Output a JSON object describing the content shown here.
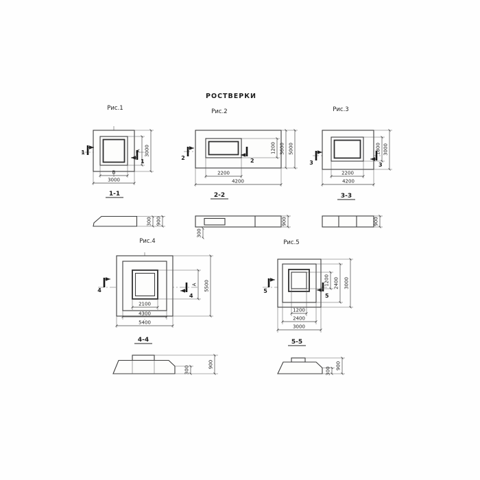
{
  "title": "РОСТВЕРКИ",
  "fig1": {
    "caption": "Рис.1",
    "cut": "1",
    "plan": {
      "b": "В",
      "w": "3000",
      "a": "А",
      "h": "3000"
    },
    "section": {
      "label": "1-1",
      "edge": "300",
      "total": "900"
    }
  },
  "fig2": {
    "caption": "Рис.2",
    "cut": "2",
    "plan": {
      "socket_w": "2200",
      "w": "4200",
      "socket_h": "1200",
      "mid_h": "3600",
      "h": "5000"
    },
    "section": {
      "label": "2-2",
      "socket": "300",
      "total": "900"
    }
  },
  "fig3": {
    "caption": "Рис.3",
    "cut": "3",
    "plan": {
      "socket_w": "2200",
      "w": "4200",
      "socket_h": "1800",
      "h": "3000"
    },
    "section": {
      "label": "3-3",
      "total": "900"
    }
  },
  "fig4": {
    "caption": "Рис.4",
    "cut": "4",
    "plan": {
      "socket_w": "2100",
      "mid_w": "4300",
      "w": "5400",
      "socket_h": "А",
      "h": "5500"
    },
    "section": {
      "label": "4-4",
      "edge": "300",
      "total": "900"
    }
  },
  "fig5": {
    "caption": "Рис.5",
    "cut": "5",
    "plan": {
      "in_w": "1200",
      "mid_w": "2400",
      "w": "3000",
      "in_h": "1200",
      "mid_h": "2400",
      "h": "3000"
    },
    "section": {
      "label": "5-5",
      "edge": "300",
      "total": "900"
    }
  }
}
